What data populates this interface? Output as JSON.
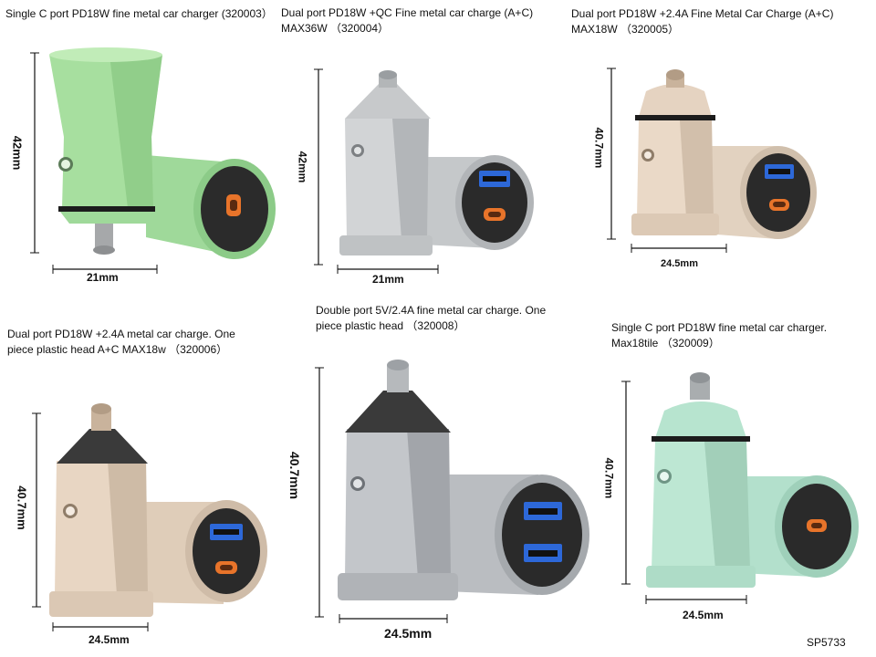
{
  "products": [
    {
      "caption": "Single C port PD18W fine metal car charger (320003）",
      "height_label": "42mm",
      "width_label": "21mm",
      "body_color": "#9fd99a",
      "body_dark": "#6fae6c",
      "ports": [
        "usb-c"
      ]
    },
    {
      "caption_line1": "Dual port PD18W +QC Fine metal car charge (A+C)",
      "caption_line2": "MAX36W （320004）",
      "height_label": "42mm",
      "width_label": "21mm",
      "body_color": "#c9cbcc",
      "body_dark": "#8e9193",
      "ports": [
        "usb-a",
        "usb-c"
      ]
    },
    {
      "caption_line1": "Dual port PD18W +2.4A Fine Metal Car Charge (A+C)",
      "caption_line2": "MAX18W （320005）",
      "height_label": "40.7mm",
      "width_label": "24.5mm",
      "body_color": "#e6d5c3",
      "body_dark": "#b8a48f",
      "ports": [
        "usb-a",
        "usb-c"
      ]
    },
    {
      "caption_line1": "Dual port PD18W +2.4A metal car charge. One",
      "caption_line2": "piece plastic head A+C MAX18w （320006）",
      "height_label": "40.7mm",
      "width_label": "24.5mm",
      "body_color": "#e6d5c3",
      "body_dark": "#b8a48f",
      "ports": [
        "usb-a",
        "usb-c"
      ]
    },
    {
      "caption_line1": "Double port 5V/2.4A fine metal car charge. One",
      "caption_line2": "piece plastic head （320008）",
      "height_label": "40.7mm",
      "width_label": "24.5mm",
      "body_color": "#b9bcc0",
      "body_dark": "#7d8186",
      "ports": [
        "usb-a",
        "usb-a"
      ]
    },
    {
      "caption_line1": "Single C port PD18W fine metal car charger.",
      "caption_line2": "Max18tile （320009）",
      "height_label": "40.7mm",
      "width_label": "24.5mm",
      "body_color": "#b6e3cf",
      "body_dark": "#86b9a2",
      "ports": [
        "usb-c"
      ]
    }
  ],
  "footer_code": "SP5733"
}
